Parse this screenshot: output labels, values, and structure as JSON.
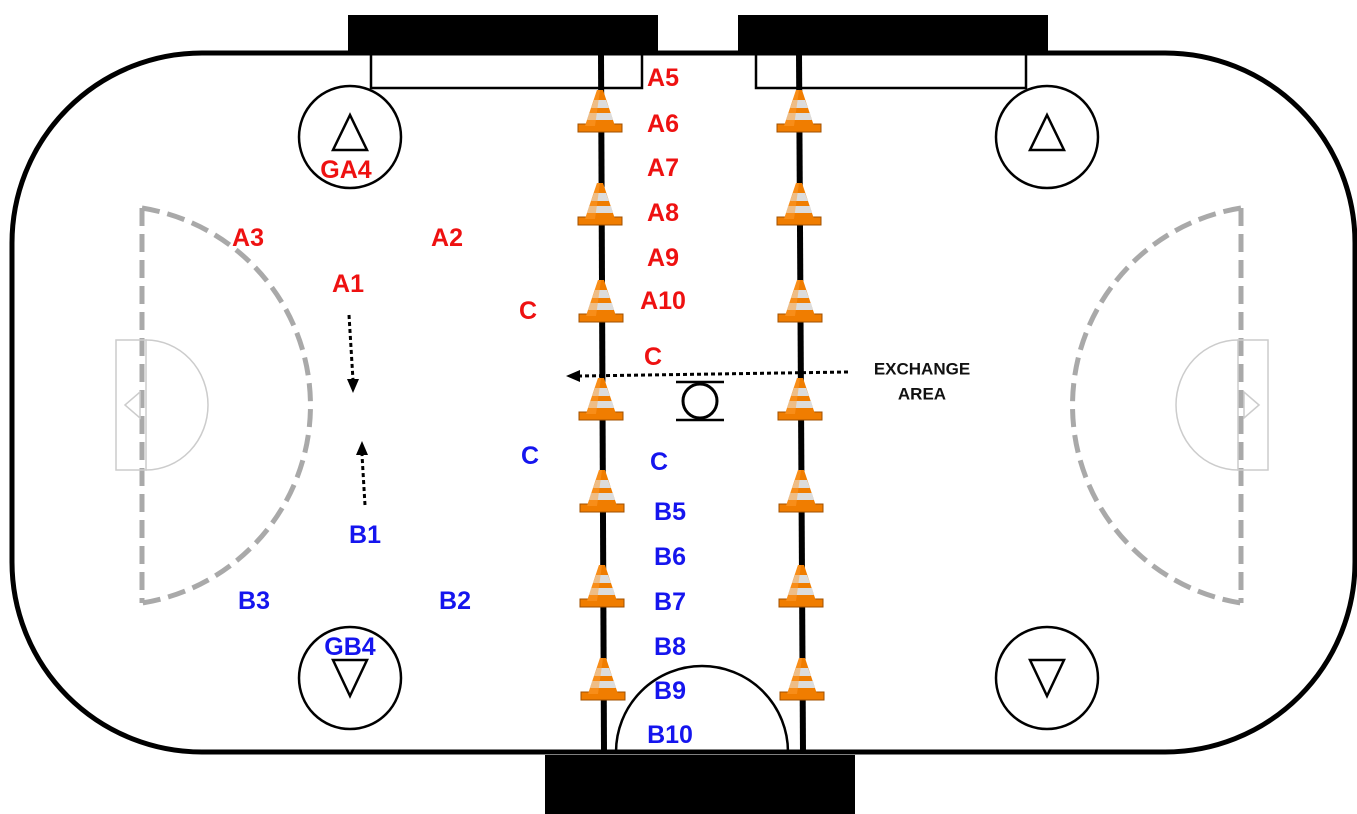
{
  "colors": {
    "team_a": "#ee1111",
    "team_b": "#1515ee",
    "outline": "#000000",
    "dashed_line": "#a9a9a9",
    "faint_line": "#cccccc",
    "cone_orange": "#f07d00",
    "cone_stripe": "#d8d8d8"
  },
  "team_a": {
    "gk": "GA4",
    "p1": "A1",
    "p2": "A2",
    "p3": "A3",
    "queue": [
      "A5",
      "A6",
      "A7",
      "A8",
      "A9",
      "A10"
    ],
    "coach_left": "C",
    "coach_center": "C"
  },
  "team_b": {
    "gk": "GB4",
    "p1": "B1",
    "p2": "B2",
    "p3": "B3",
    "queue": [
      "B5",
      "B6",
      "B7",
      "B8",
      "B9",
      "B10"
    ],
    "coach_left": "C",
    "coach_center": "C"
  },
  "exchange_area": {
    "line1": "EXCHANGE",
    "line2": "AREA"
  },
  "icons": {
    "faceoff_marks": [
      "triangle-up-icon",
      "triangle-down-icon"
    ],
    "cone": "traffic-cone-icon",
    "ball": "ball-icon"
  }
}
